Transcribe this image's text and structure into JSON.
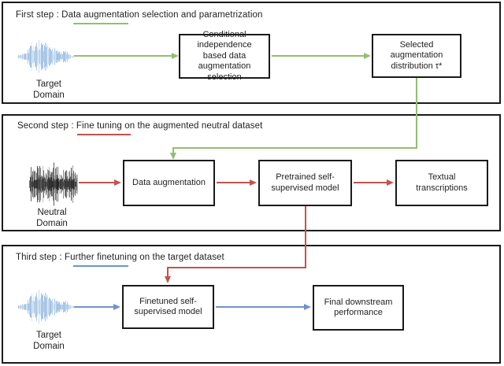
{
  "colors": {
    "green": "#93be70",
    "red": "#c4524e",
    "blue": "#6f93c9",
    "ink": "#1f1f1f",
    "waveform_blue": "#9fc0e2",
    "waveform_dark": "#4a4a4a",
    "waveform_core": "#1c1c1c"
  },
  "steps": [
    {
      "title": "First step :  Data augmentation selection and parametrization",
      "domain_label": "Target Domain",
      "boxes": {
        "conditional": "Conditional independence based data augmentation selection",
        "selected": "Selected augmentation distribution τ*"
      }
    },
    {
      "title": "Second step : Fine tuning on the augmented neutral dataset",
      "domain_label": "Neutral Domain",
      "boxes": {
        "augmentation": "Data augmentation",
        "pretrained": "Pretrained self-supervised model",
        "transcriptions": "Textual transcriptions"
      }
    },
    {
      "title": "Third step : Further finetuning on the target dataset",
      "domain_label": "Target Domain",
      "boxes": {
        "finetuned": "Finetuned self-supervised model",
        "final": "Final downstream performance"
      }
    }
  ]
}
